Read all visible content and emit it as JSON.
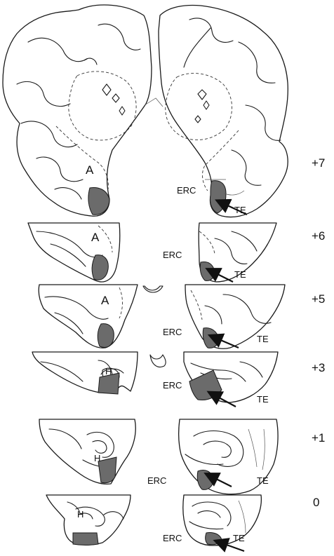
{
  "colors": {
    "shaded_region": "#6b6b6b",
    "outline": "#1a1a1a",
    "background": "#ffffff"
  },
  "sections": [
    {
      "level": "+7",
      "left_label": "A",
      "right_label": "ERC",
      "arrow_label": "TE"
    },
    {
      "level": "+6",
      "left_label": "A",
      "right_label": "ERC",
      "arrow_label": "TE"
    },
    {
      "level": "+5",
      "left_label": "A",
      "right_label": "ERC",
      "arrow_label": "TE"
    },
    {
      "level": "+3",
      "left_label": "H",
      "right_label": "ERC",
      "arrow_label": "TE"
    },
    {
      "level": "+1",
      "left_label": "H",
      "right_label": "ERC",
      "arrow_label": "TE"
    },
    {
      "level": "0",
      "left_label": "H",
      "right_label": "ERC",
      "arrow_label": "TE"
    }
  ]
}
